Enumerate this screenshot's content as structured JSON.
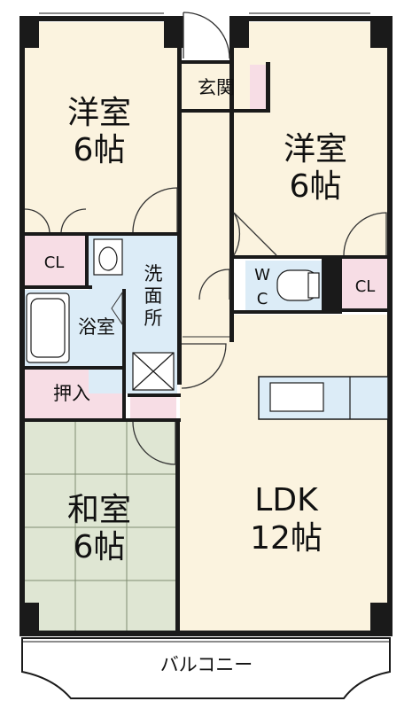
{
  "rooms": {
    "western_1": {
      "name": "洋室",
      "size": "6帖"
    },
    "western_2": {
      "name": "洋室",
      "size": "6帖"
    },
    "japanese": {
      "name": "和室",
      "size": "6帖"
    },
    "ldk": {
      "name": "LDK",
      "size": "12帖"
    },
    "entrance": "玄関",
    "closet_left": "CL",
    "closet_right": "CL",
    "wc_top": "W",
    "wc_bottom": "C",
    "washroom": [
      "洗",
      "面",
      "所"
    ],
    "bathroom": "浴室",
    "oshiire": "押入",
    "balcony": "バルコニー"
  },
  "colors": {
    "floor": "#fbf3df",
    "tatami": "#dfe6d3",
    "wet_area": "#dcecf7",
    "closet": "#f7dde5",
    "wall": "#1a1a1a"
  }
}
